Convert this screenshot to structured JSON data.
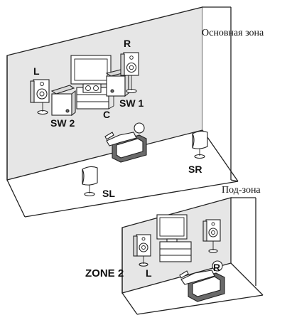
{
  "main_zone": {
    "title": "Основная зона",
    "speakers": {
      "left": "L",
      "right": "R",
      "center": "C",
      "subwoofer_1": "SW 1",
      "subwoofer_2": "SW 2",
      "surround_left": "SL",
      "surround_right": "SR"
    }
  },
  "sub_zone": {
    "title": "Под-зона",
    "zone_label": "ZONE 2",
    "speakers": {
      "left": "L",
      "right": "R"
    }
  },
  "colors": {
    "back_wall": "#e6e6e6",
    "outline": "#222222"
  }
}
